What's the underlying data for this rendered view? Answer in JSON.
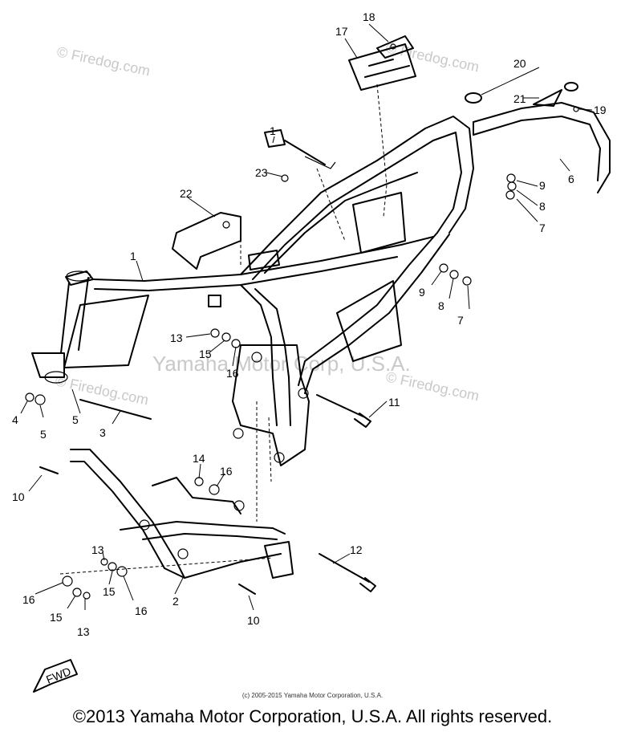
{
  "watermarks": {
    "site_top": "© Firedog.com",
    "site_top_right": "© Firedog.com",
    "site_mid_left": "© Firedog.com",
    "site_mid_right": "© Firedog.com",
    "brand_center": "Yamaha Motor Corp, U.S.A."
  },
  "fwd_label": "FWD",
  "callouts": [
    {
      "id": "c1",
      "label": "1"
    },
    {
      "id": "c1b",
      "label": "1"
    },
    {
      "id": "c2",
      "label": "2"
    },
    {
      "id": "c3",
      "label": "3"
    },
    {
      "id": "c4",
      "label": "4"
    },
    {
      "id": "c5a",
      "label": "5"
    },
    {
      "id": "c5b",
      "label": "5"
    },
    {
      "id": "c6",
      "label": "6"
    },
    {
      "id": "c7a",
      "label": "7"
    },
    {
      "id": "c7b",
      "label": "7"
    },
    {
      "id": "c8a",
      "label": "8"
    },
    {
      "id": "c8b",
      "label": "8"
    },
    {
      "id": "c9a",
      "label": "9"
    },
    {
      "id": "c9b",
      "label": "9"
    },
    {
      "id": "c10a",
      "label": "10"
    },
    {
      "id": "c10b",
      "label": "10"
    },
    {
      "id": "c11",
      "label": "11"
    },
    {
      "id": "c12",
      "label": "12"
    },
    {
      "id": "c13a",
      "label": "13"
    },
    {
      "id": "c13b",
      "label": "13"
    },
    {
      "id": "c13c",
      "label": "13"
    },
    {
      "id": "c14",
      "label": "14"
    },
    {
      "id": "c15a",
      "label": "15"
    },
    {
      "id": "c15b",
      "label": "15"
    },
    {
      "id": "c15c",
      "label": "15"
    },
    {
      "id": "c16a",
      "label": "16"
    },
    {
      "id": "c16b",
      "label": "16"
    },
    {
      "id": "c16c",
      "label": "16"
    },
    {
      "id": "c16d",
      "label": "16"
    },
    {
      "id": "c17",
      "label": "17"
    },
    {
      "id": "c18",
      "label": "18"
    },
    {
      "id": "c19",
      "label": "19"
    },
    {
      "id": "c20",
      "label": "20"
    },
    {
      "id": "c21",
      "label": "21"
    },
    {
      "id": "c22",
      "label": "22"
    },
    {
      "id": "c23",
      "label": "23"
    }
  ],
  "footer": {
    "small_copyright": "(c) 2005-2015 Yamaha Motor Corporation, U.S.A.",
    "big_copyright": "©2013 Yamaha Motor Corporation, U.S.A. All rights reserved."
  }
}
